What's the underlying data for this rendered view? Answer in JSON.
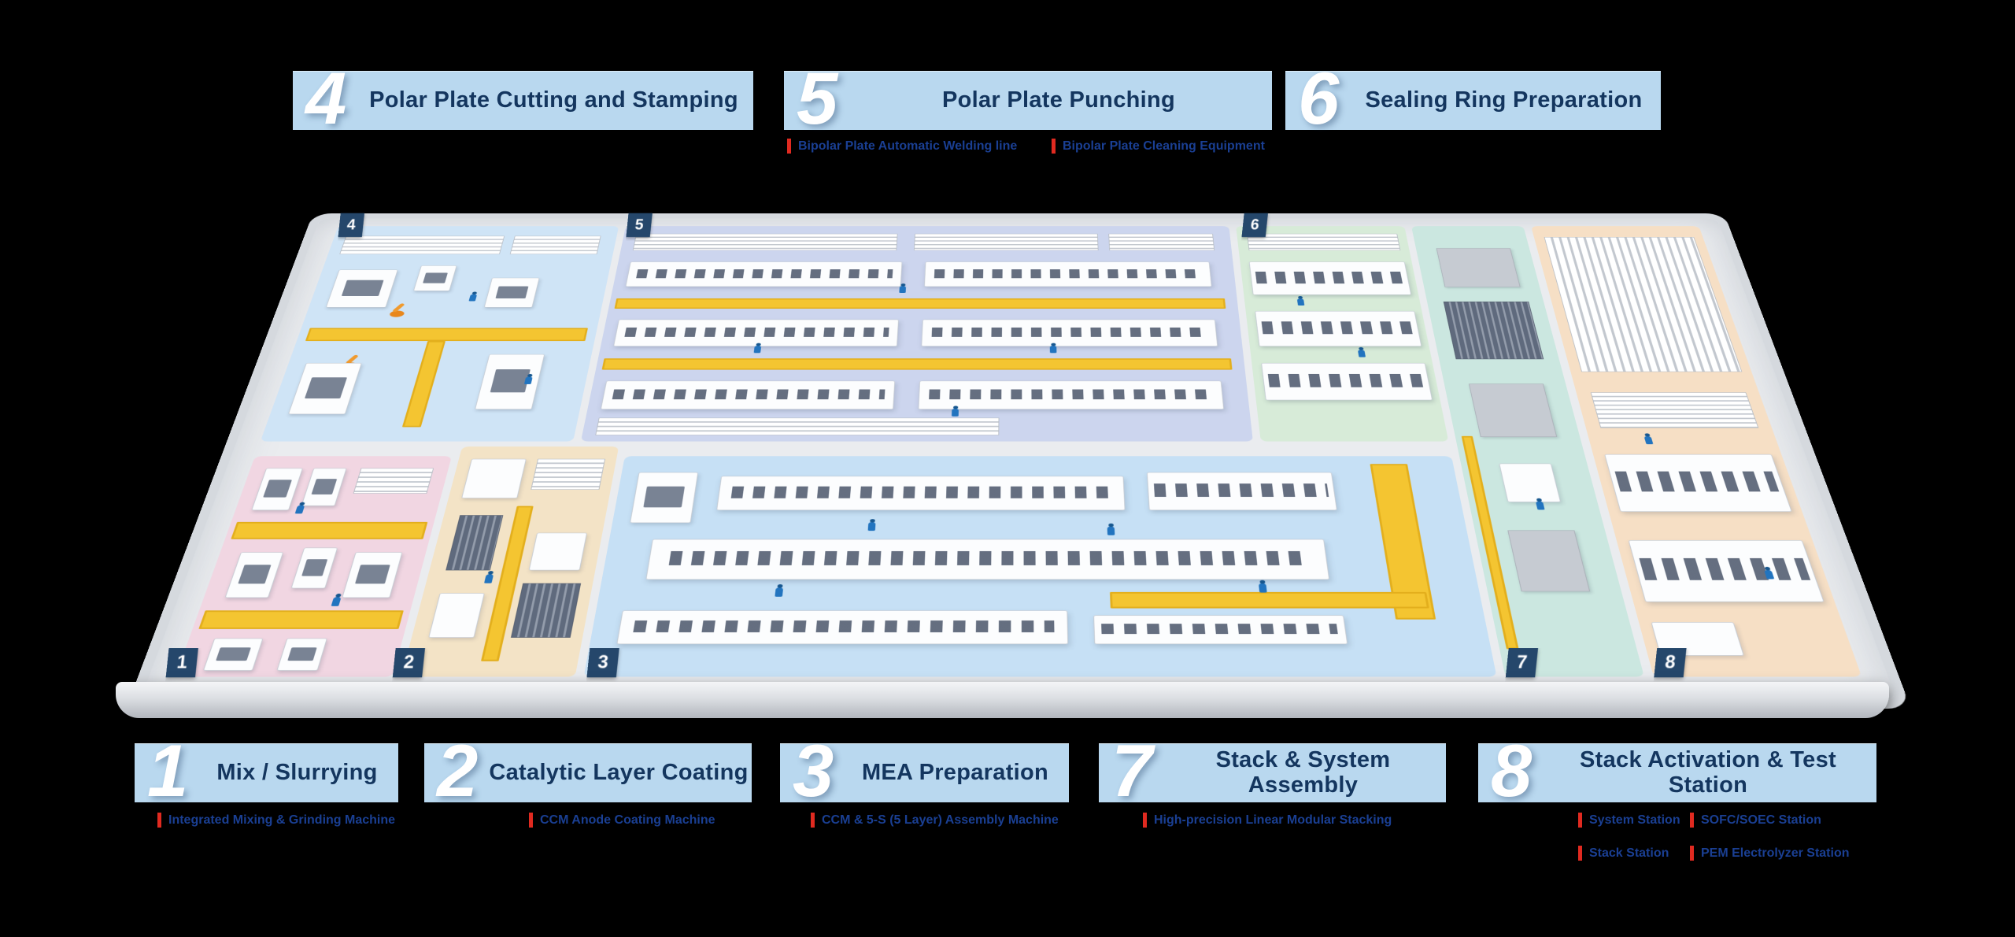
{
  "colors": {
    "background": "#000000",
    "badge_bg": "#b9d8ef",
    "badge_text": "#14365f",
    "badge_number": "#ffffff",
    "tick": "#e02a20",
    "sublabel_text": "#1a3f93",
    "marker_bg": "#25476b",
    "conveyor_yellow": "#f4c531",
    "robot_orange": "#e8871c"
  },
  "stations": {
    "top": [
      {
        "number": "4",
        "label": "Polar Plate Cutting and Stamping",
        "sublabels": []
      },
      {
        "number": "5",
        "label": "Polar Plate Punching",
        "sublabels": [
          "Bipolar Plate Automatic Welding line",
          "Bipolar Plate Cleaning Equipment"
        ]
      },
      {
        "number": "6",
        "label": "Sealing Ring Preparation",
        "sublabels": []
      }
    ],
    "bottom": [
      {
        "number": "1",
        "label": "Mix / Slurrying",
        "sublabels": [
          "Integrated Mixing & Grinding Machine"
        ]
      },
      {
        "number": "2",
        "label": "Catalytic Layer Coating",
        "sublabels": [
          "CCM Anode Coating Machine"
        ]
      },
      {
        "number": "3",
        "label": "MEA Preparation",
        "sublabels": [
          "CCM & 5-S (5 Layer) Assembly Machine"
        ]
      },
      {
        "number": "7",
        "label": "Stack & System Assembly",
        "sublabels": [
          "High-precision Linear Modular Stacking"
        ]
      },
      {
        "number": "8",
        "label": "Stack Activation & Test Station",
        "sublabels": [
          "System Station",
          "SOFC/SOEC Station",
          "Stack Station",
          "PEM Electrolyzer Station"
        ]
      }
    ]
  },
  "floor_markers": {
    "m1": "1",
    "m2": "2",
    "m3": "3",
    "m4": "4",
    "m5": "5",
    "m6": "6",
    "m7": "7",
    "m8": "8"
  },
  "zones": [
    {
      "id": "zone-1",
      "number": "1",
      "color": "#f1d6e2"
    },
    {
      "id": "zone-2",
      "number": "2",
      "color": "#f3e3c6"
    },
    {
      "id": "zone-3",
      "number": "3",
      "color": "#c6e0f5"
    },
    {
      "id": "zone-4",
      "number": "4",
      "color": "#cfe4f6"
    },
    {
      "id": "zone-5",
      "number": "5",
      "color": "#ccd5ee"
    },
    {
      "id": "zone-6",
      "number": "6",
      "color": "#d7ebd8"
    },
    {
      "id": "zone-7",
      "number": "7",
      "color": "#cbe7e0"
    },
    {
      "id": "zone-8",
      "number": "8",
      "color": "#f6dfc5"
    }
  ]
}
